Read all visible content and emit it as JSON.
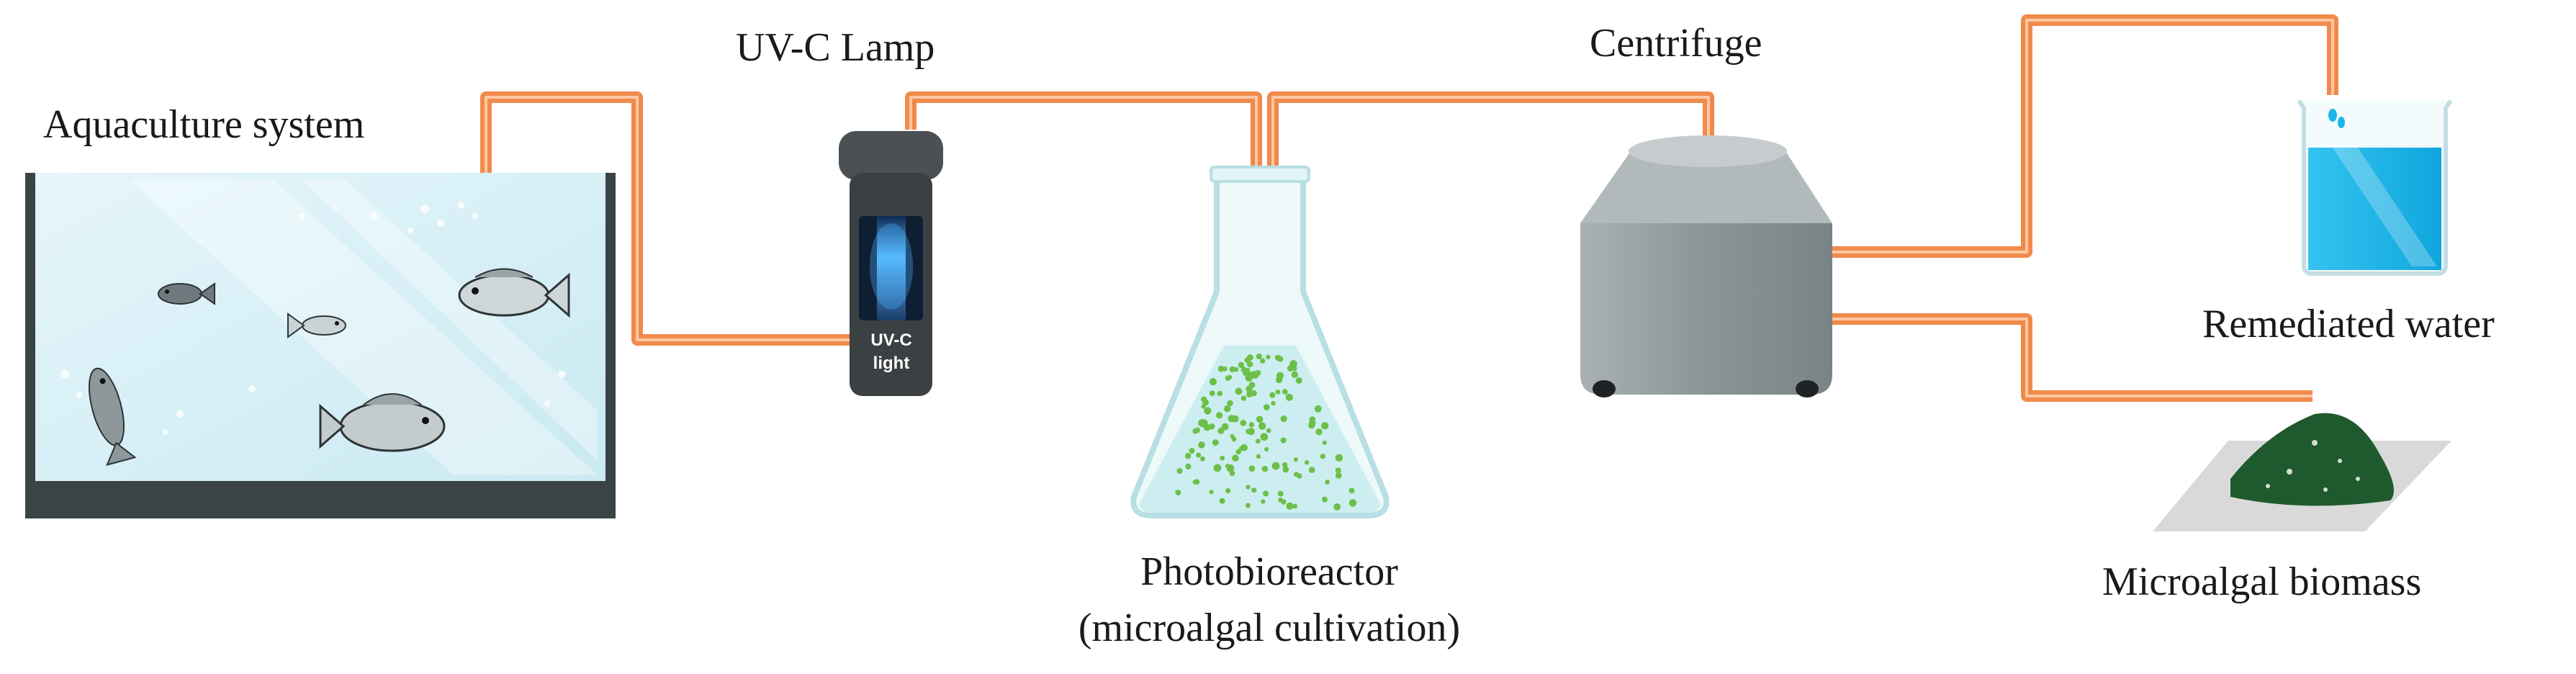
{
  "labels": {
    "aquaculture": "Aquaculture system",
    "uv_lamp": "UV-C Lamp",
    "lamp_text_1": "UV-C",
    "lamp_text_2": "light",
    "centrifuge": "Centrifuge",
    "photobioreactor_1": "Photobioreactor",
    "photobioreactor_2": "(microalgal cultivation)",
    "remediated_water": "Remediated water",
    "microalgal_biomass": "Microalgal biomass"
  },
  "colors": {
    "pipe": "#f08a4b",
    "tank_water": "#d4eef5",
    "tank_frame": "#3a4446",
    "lamp_body": "#3b4042",
    "uv_glow": "#4aa9ff",
    "algae_dot": "#6cc04a",
    "flask_liquid": "#cdeef0",
    "centrifuge_body": "#9aa3a6",
    "beaker_water": "#1eb6ea",
    "biomass": "#1e5a2e",
    "tray": "#d9d9d9"
  },
  "icons": {
    "aquarium": "aquarium-tank-icon",
    "fish": "fish-icon",
    "uv_lamp": "uv-lamp-icon",
    "flask": "erlenmeyer-flask-icon",
    "centrifuge": "centrifuge-icon",
    "beaker": "beaker-icon",
    "biomass": "biomass-pile-icon"
  }
}
